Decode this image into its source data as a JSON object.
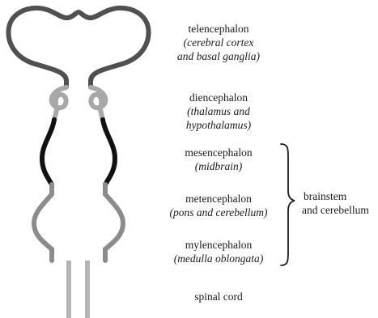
{
  "regions": {
    "telencephalon": {
      "name": "telencephalon",
      "sub1": "cerebral cortex",
      "sub2": "and basal ganglia)"
    },
    "diencephalon": {
      "name": "diencephalon",
      "sub1": "thalamus and",
      "sub2": "hypothalamus)"
    },
    "mesencephalon": {
      "name": "mesencephalon",
      "sub1": "midbrain"
    },
    "metencephalon": {
      "name": "metencephalon",
      "sub1": "pons and cerebellum"
    },
    "mylencephalon": {
      "name": "mylencephalon",
      "sub1": "medulla oblongata"
    },
    "spinal_cord": {
      "name": "spinal cord"
    }
  },
  "group_label": {
    "line1": "brainstem",
    "line2": "and cerebellum"
  },
  "colors": {
    "telencephalon": "#505050",
    "diencephalon": "#a8a8a8",
    "mesencephalon": "#111111",
    "hindbrain": "#8c8c8c",
    "spinal_cord": "#b4b4b4"
  }
}
